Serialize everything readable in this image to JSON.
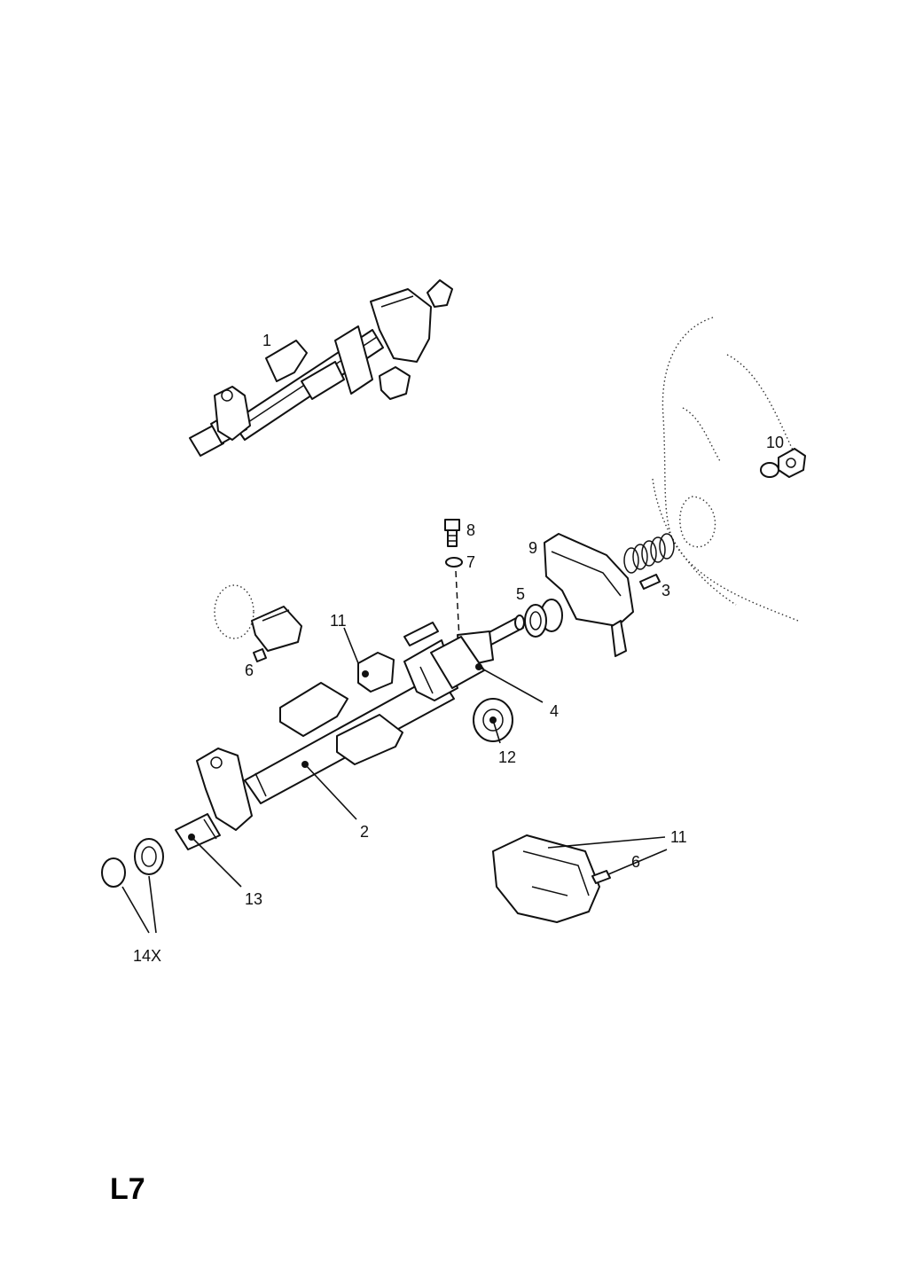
{
  "page_code": "L7",
  "callouts": {
    "c1": "1",
    "c2": "2",
    "c3": "3",
    "c4": "4",
    "c5": "5",
    "c6a": "6",
    "c6b": "6",
    "c7": "7",
    "c8": "8",
    "c9": "9",
    "c10": "10",
    "c11a": "11",
    "c11b": "11",
    "c12": "12",
    "c13": "13",
    "c14": "14X"
  }
}
